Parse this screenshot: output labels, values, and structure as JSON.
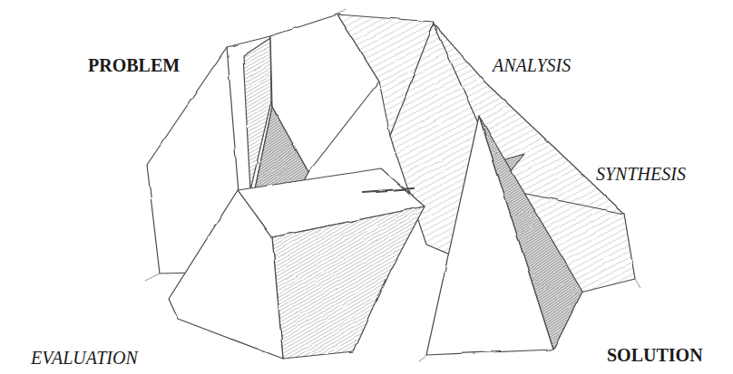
{
  "diagram": {
    "labels": [
      "PROBLEM",
      "ANALYSIS",
      "SYNTHESIS",
      "EVALUATION",
      "SOLUTION"
    ]
  }
}
